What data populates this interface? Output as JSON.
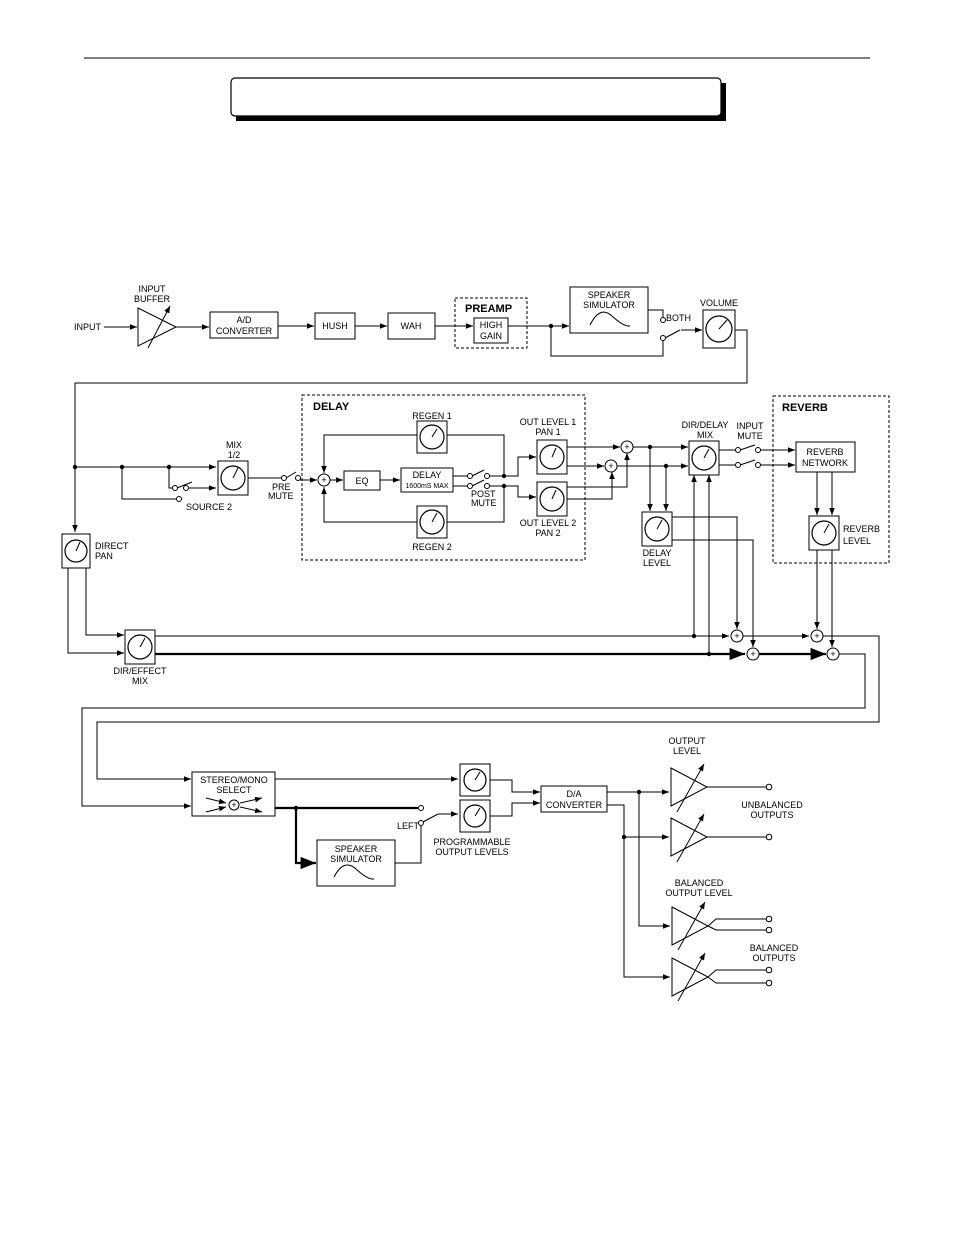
{
  "page": {
    "header_bar_title": ""
  },
  "blocks": {
    "input_label": "INPUT",
    "input_buffer": [
      "INPUT",
      "BUFFER"
    ],
    "ad_converter": [
      "A/D",
      "CONVERTER"
    ],
    "hush": "HUSH",
    "wah": "WAH",
    "preamp_title": "PREAMP",
    "high_gain": [
      "HIGH",
      "GAIN"
    ],
    "speaker_sim_top": [
      "SPEAKER",
      "SIMULATOR"
    ],
    "both": "BOTH",
    "volume": "VOLUME",
    "delay_title": "DELAY",
    "regen1": "REGEN 1",
    "regen2": "REGEN 2",
    "mix": [
      "MIX",
      "1/2"
    ],
    "pre_mute": [
      "PRE",
      "MUTE"
    ],
    "source2": "SOURCE 2",
    "eq": "EQ",
    "delay_box": [
      "DELAY",
      "1600mS MAX"
    ],
    "post_mute": [
      "POST",
      "MUTE"
    ],
    "out_level1": [
      "OUT LEVEL 1",
      "PAN 1"
    ],
    "out_level2": [
      "OUT LEVEL 2",
      "PAN 2"
    ],
    "dir_delay_mix": [
      "DIR/DELAY",
      "MIX"
    ],
    "input_mute": [
      "INPUT",
      "MUTE"
    ],
    "delay_level": [
      "DELAY",
      "LEVEL"
    ],
    "reverb_title": "REVERB",
    "reverb_network": [
      "REVERB",
      "NETWORK"
    ],
    "reverb_level": [
      "REVERB",
      "LEVEL"
    ],
    "direct_pan": [
      "DIRECT",
      "PAN"
    ],
    "dir_effect_mix": [
      "DIR/EFFECT",
      "MIX"
    ],
    "stereo_mono": [
      "STEREO/MONO",
      "SELECT"
    ],
    "left": "LEFT",
    "speaker_sim_bottom": [
      "SPEAKER",
      "SIMULATOR"
    ],
    "programmable": [
      "PROGRAMMABLE",
      "OUTPUT LEVELS"
    ],
    "da_converter": [
      "D/A",
      "CONVERTER"
    ],
    "output_level": [
      "OUTPUT",
      "LEVEL"
    ],
    "unbalanced": [
      "UNBALANCED",
      "OUTPUTS"
    ],
    "balanced_level": [
      "BALANCED",
      "OUTPUT  LEVEL"
    ],
    "balanced": [
      "BALANCED",
      "OUTPUTS"
    ]
  }
}
